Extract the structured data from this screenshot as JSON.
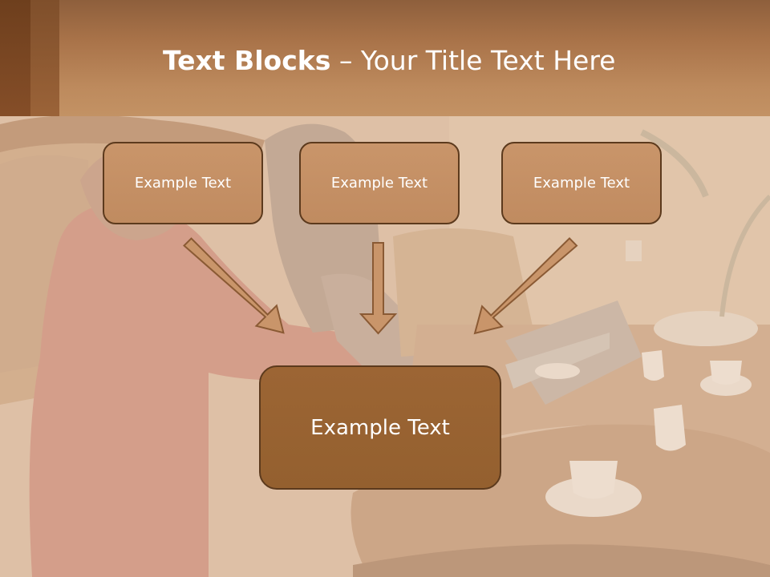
{
  "slide": {
    "title_bold": "Text Blocks",
    "title_separator": " – ",
    "title_rest": "Your Title Text Here"
  },
  "boxes": [
    {
      "text": "Example Text"
    },
    {
      "text": "Example Text"
    },
    {
      "text": "Example Text"
    }
  ],
  "main_box": {
    "text": "Example Text"
  },
  "colors": {
    "title_band": "#b5825a",
    "box_fill": "#c48f64",
    "main_box_fill": "#996331",
    "border": "#5c3a1d",
    "text": "#ffffff"
  }
}
